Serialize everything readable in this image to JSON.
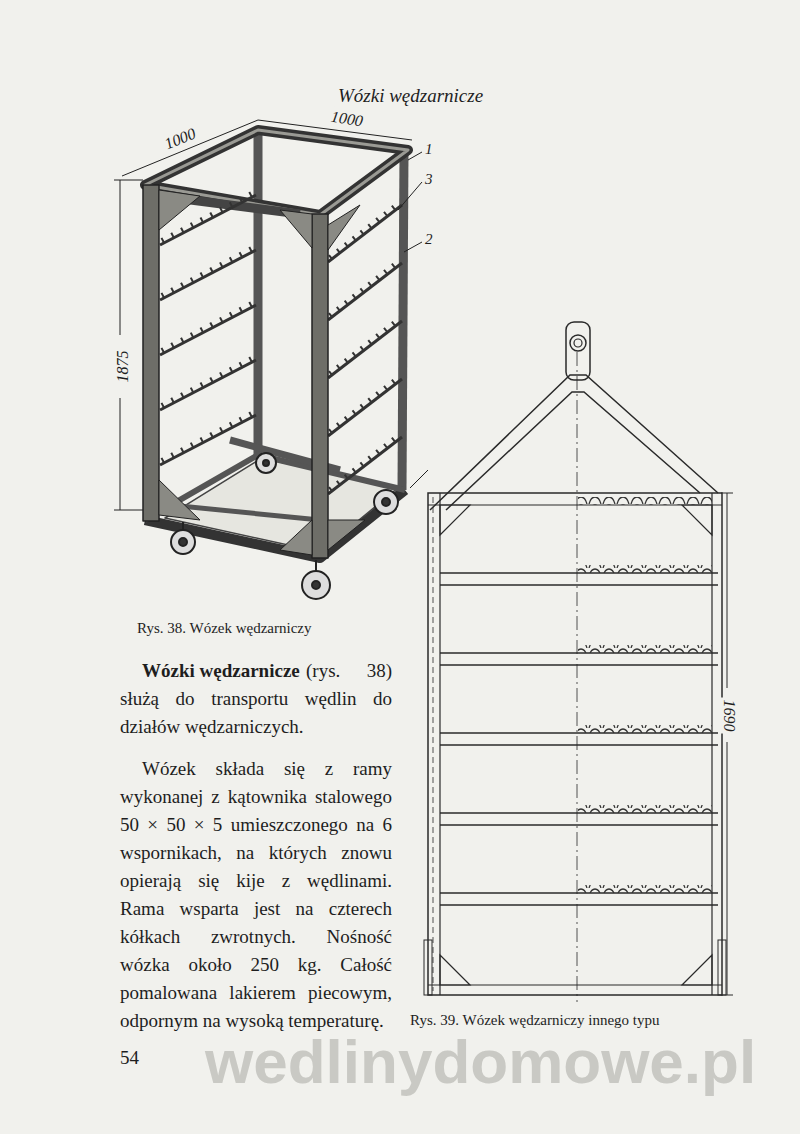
{
  "diagram": {
    "title": "Wózki wędzarnicze",
    "caption": "Rys. 38. Wózek wędzarniczy",
    "labels": [
      "1000",
      "1000",
      "1875",
      "1",
      "3",
      "2",
      "Wózki wędzarnicze",
      "(rys. 38) służą do transportu wędlin do działów wędzarniczych.",
      "Wózek składa się z ramy wykonanej z kątownika stalowego 50 × 50 × 5 umieszczonego na 6 wspornikach, na których znowu opierają się kije z wędlinami. Rama wsparta jest na czterech kółkach zwrotnych. Nośność wózka około 250 kg. Całość pomalowana lakierem piecowym, odpornym na wysoką temperaturę.",
      "Rys. 39. Wózek wędzarniczy innego typu",
      "1690",
      "54",
      "wedlinydomowe.pl"
    ]
  }
}
